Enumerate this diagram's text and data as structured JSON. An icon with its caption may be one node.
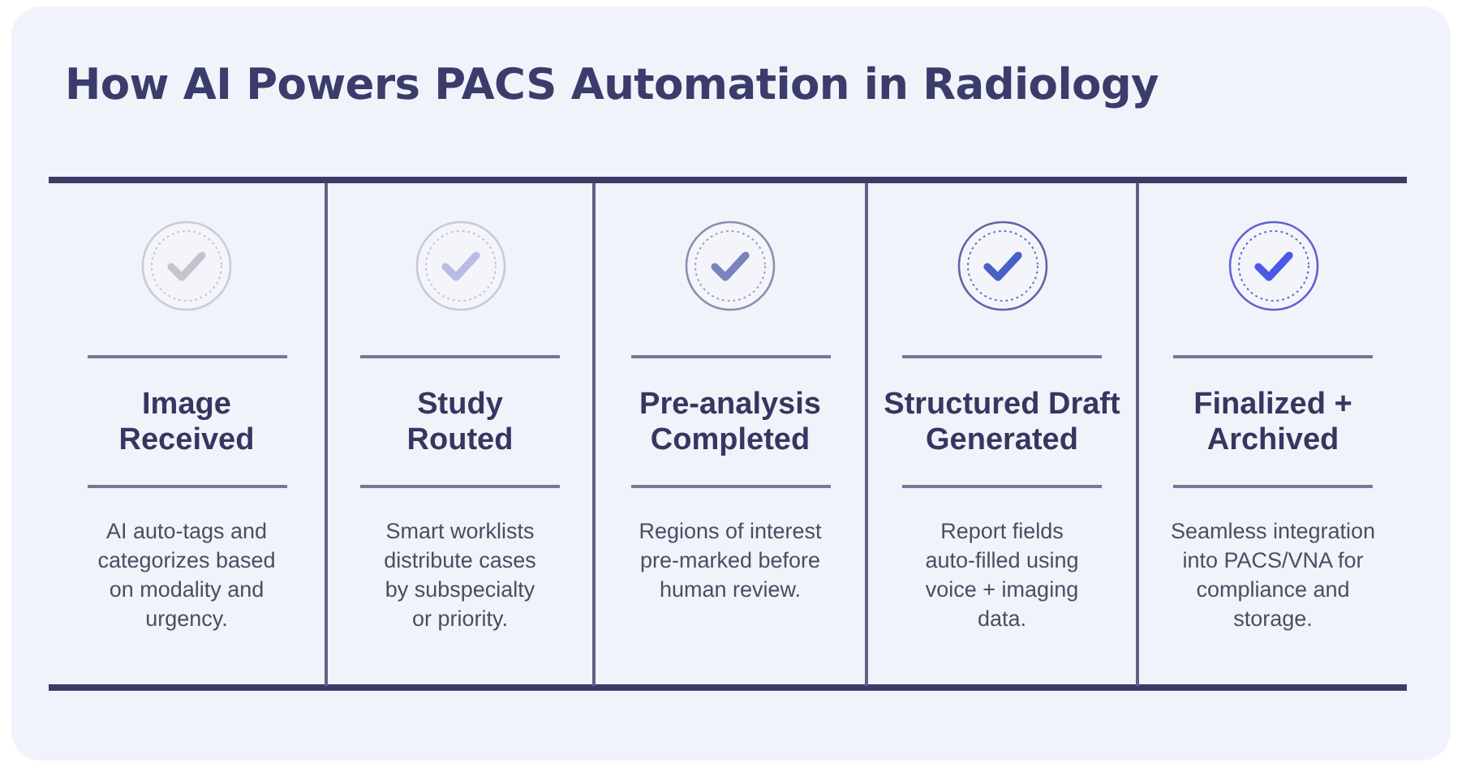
{
  "diagram": {
    "title": "How AI Powers PACS Automation in Radiology",
    "nodes": [
      {
        "text": [
          "Image Received",
          "AI auto-tags and categorizes based on modality and urgency."
        ]
      },
      {
        "text": [
          "Study Routed",
          "Smart worklists distribute cases by subspecialty or priority."
        ]
      },
      {
        "text": [
          "Pre-analysis Completed",
          "Regions of interest pre-marked before human review."
        ]
      },
      {
        "text": [
          "Structured Draft Generated",
          "Report fields auto-filled using voice + imaging data."
        ]
      },
      {
        "text": [
          "Finalized + Archived",
          "Seamless integration into PACS/VNA for compliance and storage."
        ]
      }
    ]
  }
}
